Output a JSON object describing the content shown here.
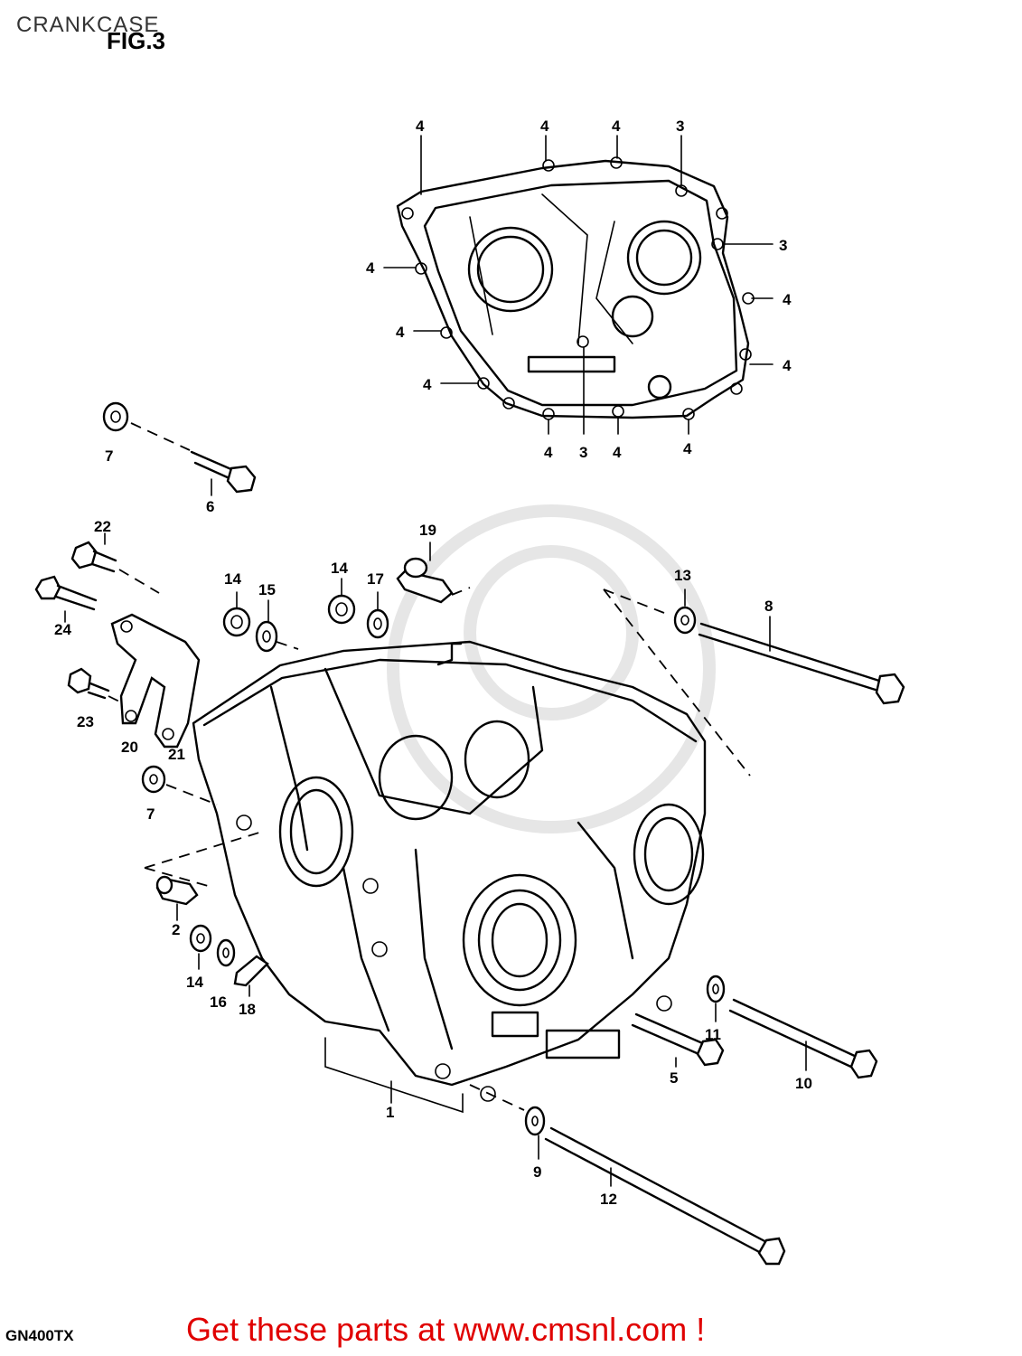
{
  "header": {
    "title": "CRANKCASE",
    "figure": "FIG.3"
  },
  "footer": {
    "model": "GN400TX",
    "promo": "Get these parts at www.cmsnl.com !"
  },
  "colors": {
    "promo": "#e00000",
    "line": "#000000"
  },
  "callouts": {
    "c1": "1",
    "c2": "2",
    "c3": "3",
    "c4": "4",
    "c5": "5",
    "c6": "6",
    "c7": "7",
    "c8": "8",
    "c9": "9",
    "c10": "10",
    "c11": "11",
    "c12": "12",
    "c13": "13",
    "c14": "14",
    "c15": "15",
    "c16": "16",
    "c17": "17",
    "c18": "18",
    "c19": "19",
    "c20": "20",
    "c21": "21",
    "c22": "22",
    "c23": "23",
    "c24": "24"
  }
}
